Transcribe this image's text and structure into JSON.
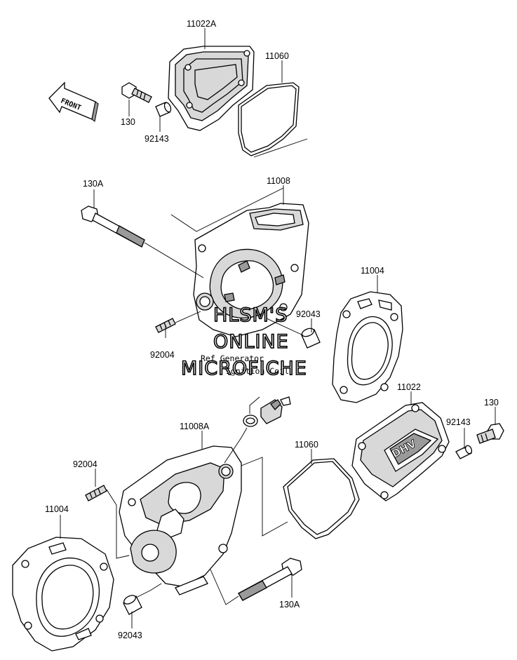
{
  "labels": {
    "cover_top": "11022A",
    "gasket_top": "11060",
    "bolt_top": "130",
    "dowel_top": "92143",
    "bolt_long_top": "130A",
    "head_top": "11008",
    "gasket_head_right": "11004",
    "dowel_mid": "92043",
    "stud_mid": "92004",
    "cover_right": "11022",
    "bolt_right": "130",
    "dowel_right": "92143",
    "gasket_mid": "11060",
    "head_bottom": "11008A",
    "stud_left": "92004",
    "gasket_head_left": "11004",
    "bolt_long_bottom": "130A",
    "dowel_bottom": "92043"
  },
  "notes": {
    "ref_line1": "Ref Generator",
    "ref_line2": "Ignition Coil"
  },
  "front_arrow": "FRONT",
  "cover_marking": "DHV",
  "watermark": {
    "line1": "HLSM'S",
    "line2": "ONLINE",
    "line3": "MICROFICHE"
  }
}
